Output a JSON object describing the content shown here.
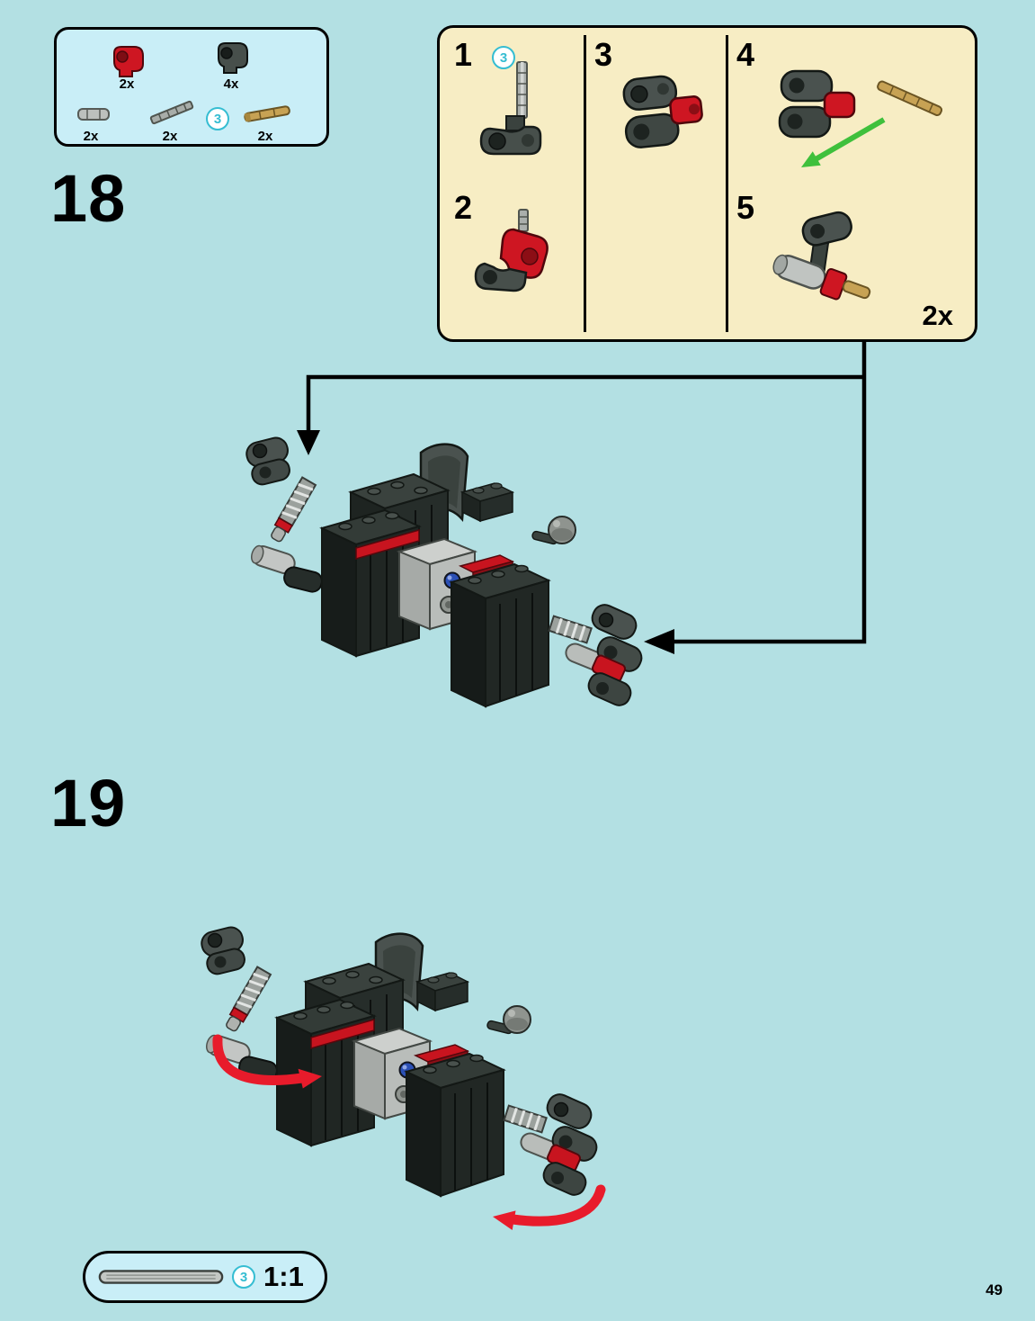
{
  "page": {
    "number": "49"
  },
  "colors": {
    "background": "#b3e0e3",
    "callout_blue": "#c9eef7",
    "substeps_cream": "#f7edc4",
    "lego_red": "#ce1622",
    "dark_gray": "#474f4b",
    "gold": "#c7a254",
    "badge_teal": "#35bdd2",
    "rotate_arrow_red": "#e81b2b",
    "insert_arrow_green": "#3fc03c",
    "guide_arrow_black": "#000000"
  },
  "step18": {
    "label": "18",
    "parts": [
      {
        "name": "red angle connector",
        "count": "2x"
      },
      {
        "name": "dark gray angle connector",
        "count": "4x"
      },
      {
        "name": "light gray pin",
        "count": "2x"
      },
      {
        "name": "gray axle length 3",
        "count": "2x"
      },
      {
        "name": "gold pin axle",
        "count": "2x"
      }
    ],
    "axle_badge": "3",
    "substeps": [
      {
        "label": "1"
      },
      {
        "label": "2"
      },
      {
        "label": "3"
      },
      {
        "label": "4"
      },
      {
        "label": "5"
      }
    ],
    "substep1_badge": "3",
    "assembly_count": "2x"
  },
  "step19": {
    "label": "19"
  },
  "scale": {
    "badge": "3",
    "ratio": "1:1"
  }
}
